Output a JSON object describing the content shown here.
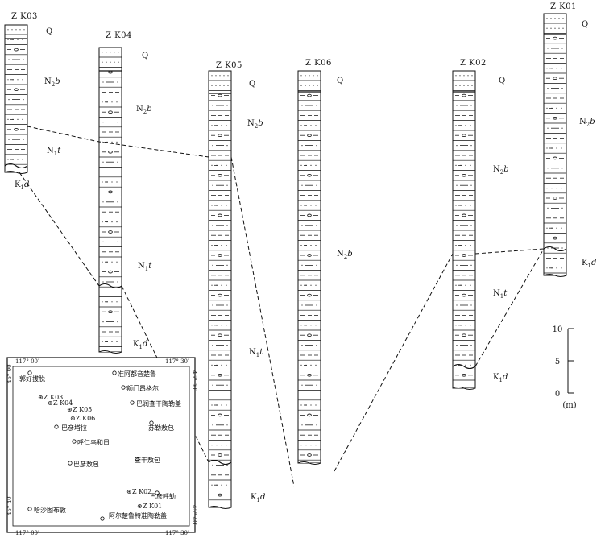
{
  "boreholes": [
    {
      "id": "ZK03",
      "name": "Z K03",
      "formations": [
        "Q",
        "N2b",
        "N1t",
        "K1d"
      ]
    },
    {
      "id": "ZK04",
      "name": "Z K04",
      "formations": [
        "Q",
        "N2b",
        "N1t",
        "K1d"
      ]
    },
    {
      "id": "ZK05",
      "name": "Z K05",
      "formations": [
        "Q",
        "N2b",
        "N1t",
        "K1d"
      ]
    },
    {
      "id": "ZK06",
      "name": "Z K06",
      "formations": [
        "Q",
        "N2b"
      ]
    },
    {
      "id": "ZK02",
      "name": "Z K02",
      "formations": [
        "Q",
        "N2b",
        "N1t",
        "K1d"
      ]
    },
    {
      "id": "ZK01",
      "name": "Z K01",
      "formations": [
        "Q",
        "N2b",
        "K1d"
      ]
    }
  ],
  "formation_labels": {
    "Q": {
      "main": "Q",
      "sub": ""
    },
    "N2b": {
      "main": "N",
      "sub": "2",
      "tail": "b"
    },
    "N1t": {
      "main": "N",
      "sub": "1",
      "tail": "t"
    },
    "K1d": {
      "main": "K",
      "sub": "1",
      "tail": "d"
    }
  },
  "scale": {
    "ticks": [
      "10",
      "5",
      "0"
    ],
    "unit": "(m)"
  },
  "inset_map": {
    "corners": {
      "lon_left": "117° 00′",
      "lon_right": "117° 30′",
      "lat_top": "46° 00′",
      "lat_bottom": "45° 40′"
    },
    "places": [
      "郭好拔脱",
      "准阿都音楚鲁",
      "额门昂格尔",
      "巴润查干陶勒盖",
      "苏勒敖包",
      "巴彦塔拉",
      "呼仁乌和日",
      "巴彦敖包",
      "查干敖包",
      "巴彦呼勒",
      "哈沙图布敦",
      "阿尔楚鲁特准陶勒盖"
    ],
    "wells": [
      "Z K03",
      "Z K04",
      "Z K05",
      "Z K06",
      "Z K02",
      "Z K01"
    ]
  }
}
